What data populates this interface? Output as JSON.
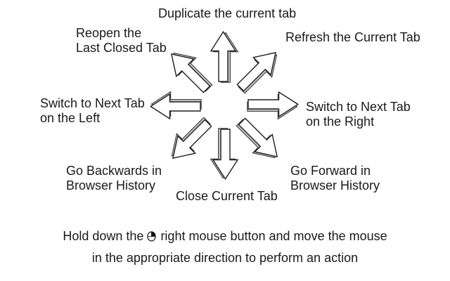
{
  "page": {
    "background": "#ffffff",
    "text_color": "#1a1a1a"
  },
  "diagram": {
    "arrow_style": {
      "face_color": "#ffffff",
      "outline_color": "#1e1e1e",
      "extrusion_color": "#c6c6c6"
    },
    "arrows": [
      {
        "name": "arrow-up",
        "direction": "up",
        "angle": 0,
        "action": "Duplicate the current tab"
      },
      {
        "name": "arrow-up-right",
        "direction": "up-right",
        "angle": 45,
        "action": "Refresh the Current Tab"
      },
      {
        "name": "arrow-right",
        "direction": "right",
        "angle": 90,
        "action": "Switch to Next Tab on the Right"
      },
      {
        "name": "arrow-down-right",
        "direction": "down-right",
        "angle": 135,
        "action": "Go Forward in Browser History"
      },
      {
        "name": "arrow-down",
        "direction": "down",
        "angle": 180,
        "action": "Close Current Tab"
      },
      {
        "name": "arrow-down-left",
        "direction": "down-left",
        "angle": 225,
        "action": "Go Backwards in Browser History"
      },
      {
        "name": "arrow-left",
        "direction": "left",
        "angle": 270,
        "action": "Switch to Next Tab on the Left"
      },
      {
        "name": "arrow-up-left",
        "direction": "up-left",
        "angle": 315,
        "action": "Reopen the Last Closed Tab"
      }
    ],
    "labels": {
      "duplicate": "Duplicate the current tab",
      "reopen_line1": "Reopen the",
      "reopen_line2": "Last Closed Tab",
      "refresh": "Refresh the Current Tab",
      "next_left_line1": "Switch to Next Tab",
      "next_left_line2": "on the Left",
      "next_right_line1": "Switch to Next Tab",
      "next_right_line2": "on the Right",
      "back_line1": "Go Backwards in",
      "back_line2": "Browser History",
      "forward_line1": "Go Forward in",
      "forward_line2": "Browser History",
      "close": "Close Current Tab"
    }
  },
  "footer": {
    "line1_prefix": "Hold down the",
    "line1_suffix": "right mouse button and move the mouse",
    "line2": "in the appropriate direction to perform an action",
    "mouse_icon": "right mouse button"
  }
}
